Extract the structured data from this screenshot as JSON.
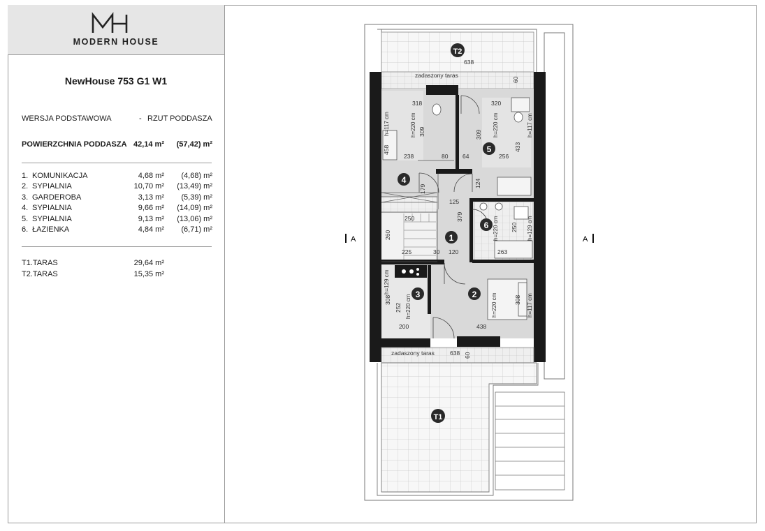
{
  "logo": {
    "text": "MODERN HOUSE"
  },
  "title": "NewHouse 753 G1 W1",
  "version": {
    "label": "WERSJA  PODSTAWOWA",
    "dash": "-",
    "view": "RZUT PODDASZA"
  },
  "area": {
    "label": "POWIERZCHNIA PODDASZA",
    "net": "42,14 m²",
    "gross": "(57,42) m²"
  },
  "rooms": [
    {
      "no": "1.",
      "name": "KOMUNIKACJA",
      "area": "4,68 m²",
      "gross": "(4,68) m²"
    },
    {
      "no": "2.",
      "name": "SYPIALNIA",
      "area": "10,70 m²",
      "gross": "(13,49) m²"
    },
    {
      "no": "3.",
      "name": "GARDEROBA",
      "area": "3,13 m²",
      "gross": "(5,39) m²"
    },
    {
      "no": "4.",
      "name": "SYPIALNIA",
      "area": "9,66 m²",
      "gross": "(14,09) m²"
    },
    {
      "no": "5.",
      "name": "SYPIALNIA",
      "area": "9,13 m²",
      "gross": "(13,06) m²"
    },
    {
      "no": "6.",
      "name": "ŁAZIENKA",
      "area": "4,84 m²",
      "gross": "(6,71) m²"
    }
  ],
  "terraces": [
    {
      "name": "T1.TARAS",
      "area": "29,64 m²"
    },
    {
      "name": "T2.TARAS",
      "area": "15,35 m²"
    }
  ],
  "plan": {
    "section_mark": "A",
    "covered_terrace": "zadaszony taras",
    "room_numbers": [
      "1",
      "2",
      "3",
      "4",
      "5",
      "6"
    ],
    "terrace_labels": [
      "T1",
      "T2"
    ],
    "heights": {
      "h220": "h=220 cm",
      "h117": "h=117 cm",
      "h129": "h=129 cm"
    },
    "dims": {
      "d638": "638",
      "d60": "60",
      "d318": "318",
      "d320": "320",
      "d309": "309",
      "d458": "458",
      "d238": "238",
      "d80": "80",
      "d64": "64",
      "d256": "256",
      "d433": "433",
      "d179": "179",
      "d124": "124",
      "d125": "125",
      "d379": "379",
      "d250": "250",
      "d260": "260",
      "d225": "225",
      "d30": "30",
      "d120": "120",
      "d263": "263",
      "d308": "308",
      "d252": "252",
      "d200": "200",
      "d438": "438"
    }
  }
}
